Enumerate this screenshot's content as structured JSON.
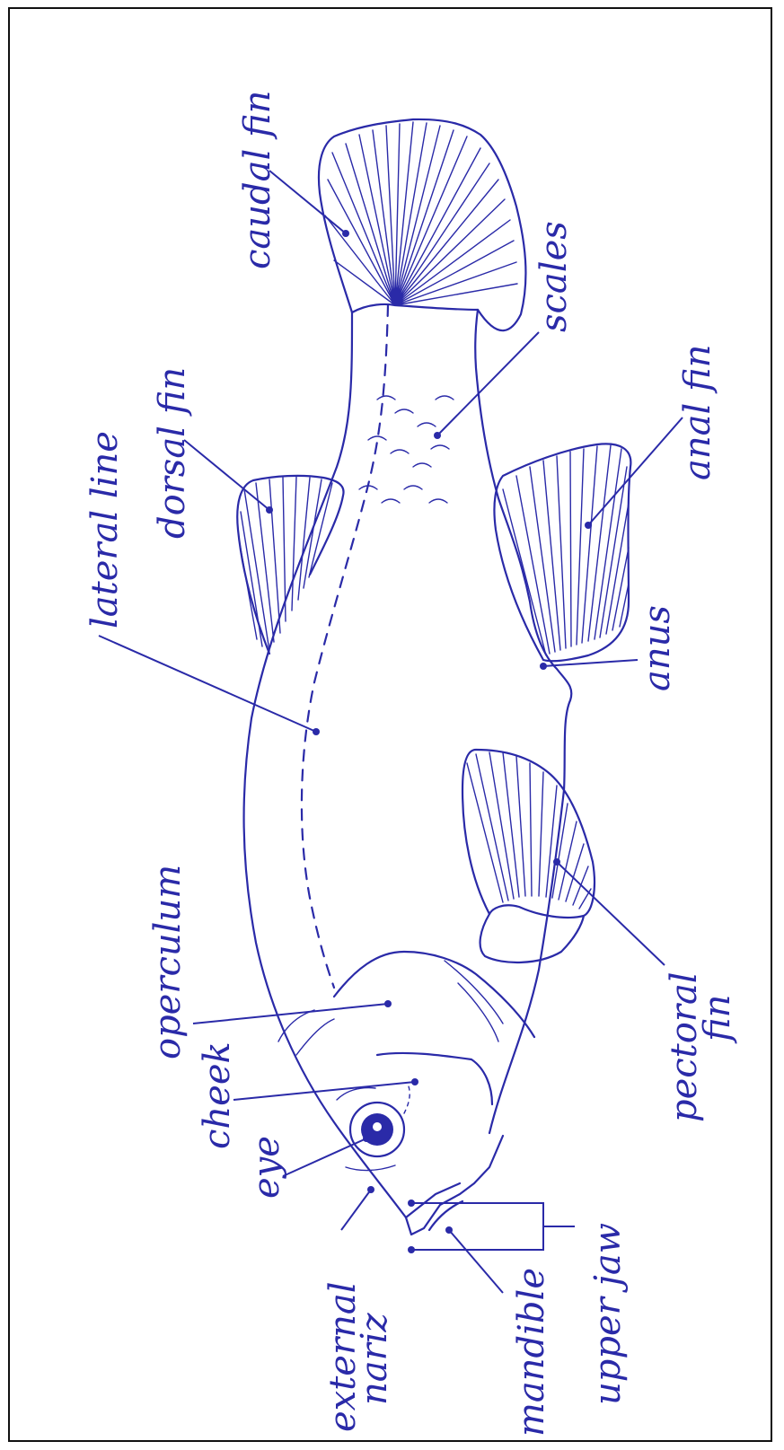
{
  "labels": {
    "caudal_fin": "caudal fin",
    "scales": "scales",
    "anal_fin": "anal fin",
    "dorsal_fin": "dorsal fin",
    "lateral_line": "lateral line",
    "anus": "anus",
    "operculum": "operculum",
    "cheek": "cheek",
    "eye": "eye",
    "pectoral_fin_1": "pectoral",
    "pectoral_fin_2": "fin",
    "external_nariz_1": "external",
    "external_nariz_2": "nariz",
    "mandible": "mandible",
    "upper_jaw": "upper jaw"
  },
  "colors": {
    "ink": "#2a2aa8",
    "border": "#111111",
    "paper": "#ffffff"
  }
}
